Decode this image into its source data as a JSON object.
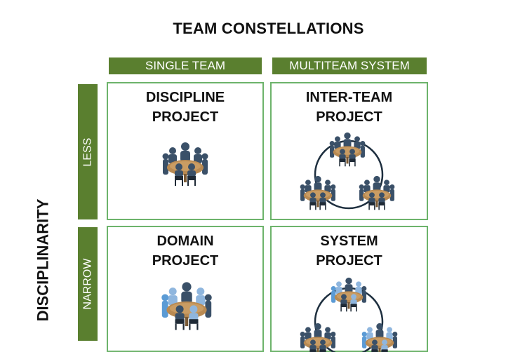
{
  "title": "TEAM CONSTELLATIONS",
  "columns": [
    "SINGLE TEAM",
    "MULTITEAM SYSTEM"
  ],
  "rows": [
    "LESS",
    "NARROW"
  ],
  "y_axis_label": "DISCIPLINARITY",
  "cells": {
    "top_left": {
      "line1": "DISCIPLINE",
      "line2": "PROJECT"
    },
    "top_right": {
      "line1": "INTER-TEAM",
      "line2": "PROJECT"
    },
    "bottom_left": {
      "line1": "DOMAIN",
      "line2": "PROJECT"
    },
    "bottom_right": {
      "line1": "SYSTEM",
      "line2": "PROJECT"
    }
  },
  "icons": [
    "team-meeting-icon"
  ],
  "colors": {
    "header_green": "#5a7f2f",
    "cell_border": "#6db36b",
    "table_wood": "#b98a52",
    "person_dark": "#3a5068",
    "person_light": "#8fb6de",
    "chair": "#1f2a36",
    "ring": "#1e2f3f"
  }
}
